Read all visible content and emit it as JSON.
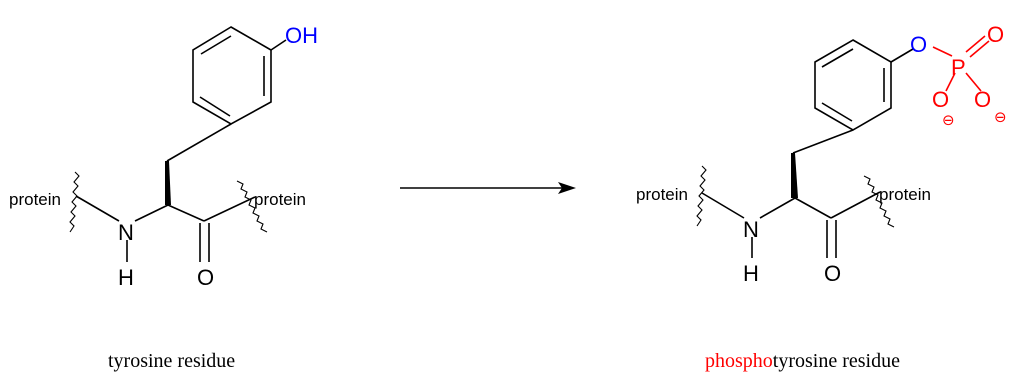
{
  "colors": {
    "bond": "#000000",
    "hydroxyl": "#0000ff",
    "phosphate": "#ff0000",
    "ester_oxygen": "#0000ff"
  },
  "tyrosine": {
    "hydroxyl_label": "OH",
    "protein_left": "protein",
    "protein_right": "protein",
    "nitrogen": "N",
    "hydrogen": "H",
    "carbonyl_oxygen": "O",
    "caption": "tyrosine residue"
  },
  "phosphotyrosine": {
    "ester_oxygen": "O",
    "phosphorus": "P",
    "oxo_oxygen": "O",
    "anion_oxygen_1": "O",
    "anion_oxygen_2": "O",
    "charge_1": "⊖",
    "charge_2": "⊖",
    "protein_left": "protein",
    "protein_right": "protein",
    "nitrogen": "N",
    "hydrogen": "H",
    "carbonyl_oxygen": "O",
    "caption_prefix": "phospho",
    "caption_suffix": "tyrosine residue"
  }
}
